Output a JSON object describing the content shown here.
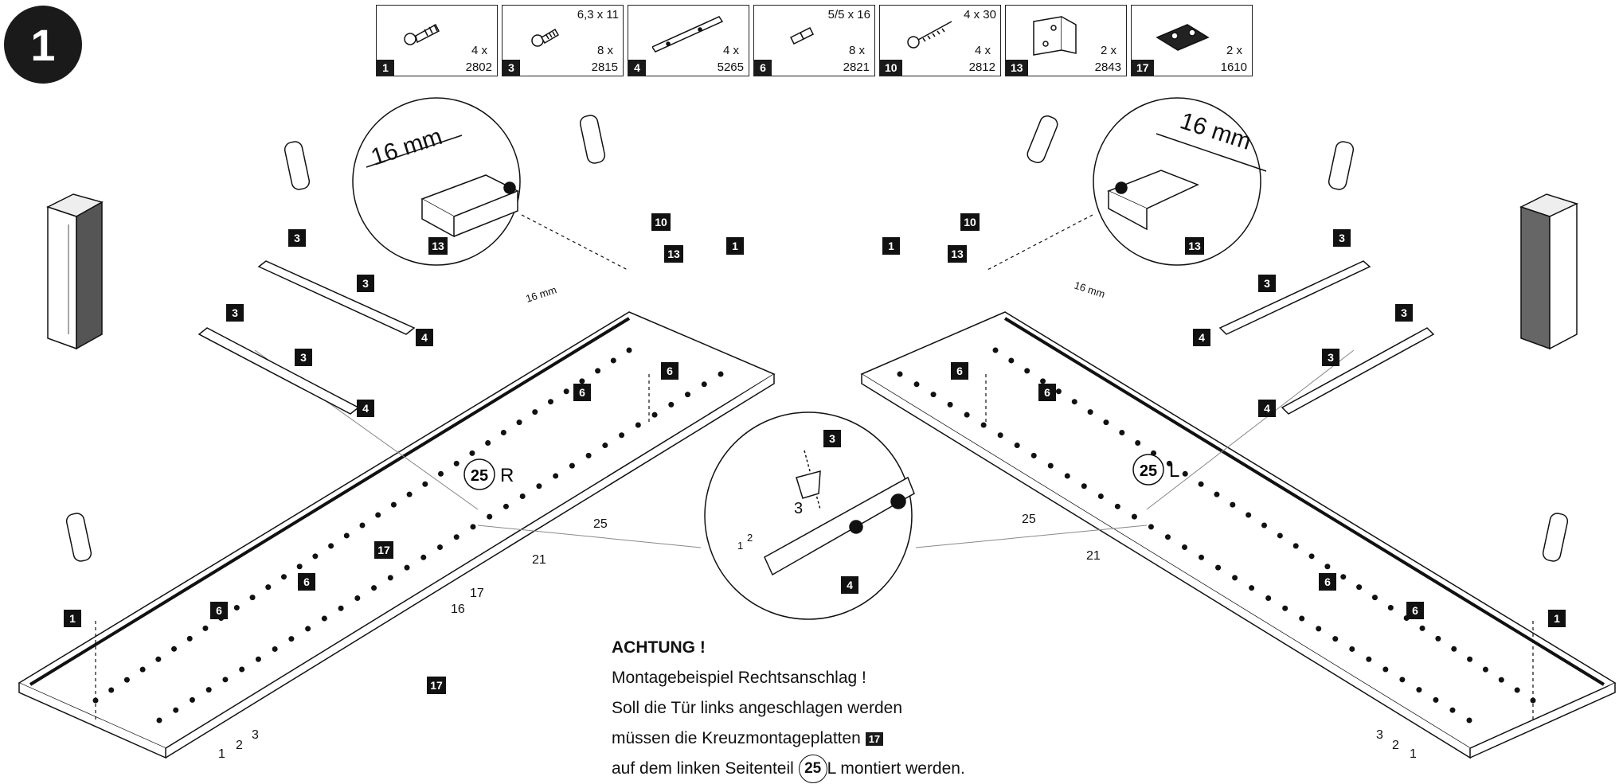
{
  "step": "1",
  "parts": [
    {
      "num": "1",
      "size": "",
      "qty": "4 x",
      "code": "2802",
      "icon": "cam-bolt-icon"
    },
    {
      "num": "3",
      "size": "6,3 x 11",
      "qty": "8 x",
      "code": "2815",
      "icon": "euro-screw-icon"
    },
    {
      "num": "4",
      "size": "",
      "qty": "4  x",
      "code": "5265",
      "icon": "drawer-runner-icon"
    },
    {
      "num": "6",
      "size": "5/5 x 16",
      "qty": "8 x",
      "code": "2821",
      "icon": "shelf-pin-icon"
    },
    {
      "num": "10",
      "size": "4 x 30",
      "qty": "4 x",
      "code": "2812",
      "icon": "wood-screw-icon"
    },
    {
      "num": "13",
      "size": "",
      "qty": "2 x",
      "code": "2843",
      "icon": "corner-bracket-icon"
    },
    {
      "num": "17",
      "size": "",
      "qty": "2 x",
      "code": "1610",
      "icon": "cross-mounting-plate-icon"
    }
  ],
  "labels": {
    "tag1": "1",
    "tag3": "3",
    "tag4": "4",
    "tag6": "6",
    "tag10": "10",
    "tag13": "13",
    "tag17": "17",
    "dim16": "16 mm",
    "panel_right": "25",
    "panel_right_side": "R",
    "panel_left": "25",
    "panel_left_side": "L",
    "row25": "25",
    "row21": "21",
    "n16": "16",
    "n17": "17",
    "n1": "1",
    "n2": "2",
    "n3": "3"
  },
  "notice": {
    "title": "ACHTUNG !",
    "line1": "Montagebeispiel Rechtsanschlag !",
    "line2": "Soll die Tür links angeschlagen werden",
    "line3_a": "müssen die Kreuzmontageplatten",
    "line3_tag": "17",
    "line4_a": "auf dem linken Seitenteil",
    "line4_circle": "25",
    "line4_side": "L",
    "line4_b": "montiert werden."
  }
}
